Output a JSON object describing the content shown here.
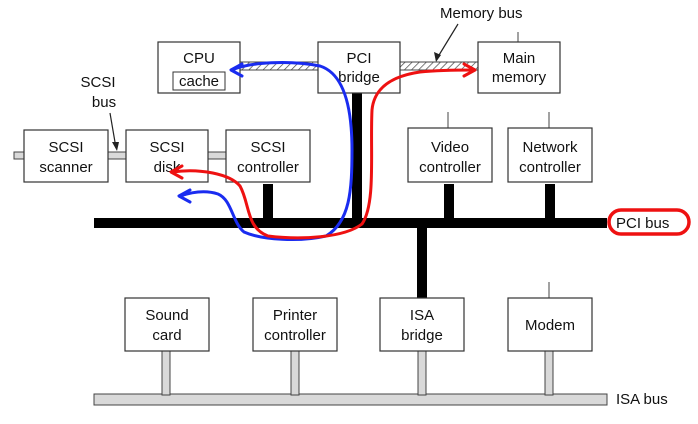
{
  "diagram": {
    "annotations": {
      "memory_bus": "Memory bus",
      "scsi_bus_line1": "SCSI",
      "scsi_bus_line2": "bus",
      "pci_bus": "PCI bus",
      "isa_bus": "ISA bus"
    },
    "boxes": {
      "cpu": [
        "CPU",
        "cache"
      ],
      "pci_bridge": [
        "PCI",
        "bridge"
      ],
      "main_memory": [
        "Main",
        "memory"
      ],
      "scsi_scanner": [
        "SCSI",
        "scanner"
      ],
      "scsi_disk": [
        "SCSI",
        "disk"
      ],
      "scsi_controller": [
        "SCSI",
        "controller"
      ],
      "video_controller": [
        "Video",
        "controller"
      ],
      "network_controller": [
        "Network",
        "controller"
      ],
      "sound_card": [
        "Sound",
        "card"
      ],
      "printer_controller": [
        "Printer",
        "controller"
      ],
      "isa_bridge": [
        "ISA",
        "bridge"
      ],
      "modem": [
        "Modem"
      ]
    },
    "colors": {
      "bus_black": "#000000",
      "isa_bus_fill": "#d9d9d9",
      "hand_drawn_blue": "#1a2cf0",
      "hand_drawn_red": "#ee1111",
      "pci_bus_circle": "#ee1111"
    }
  }
}
